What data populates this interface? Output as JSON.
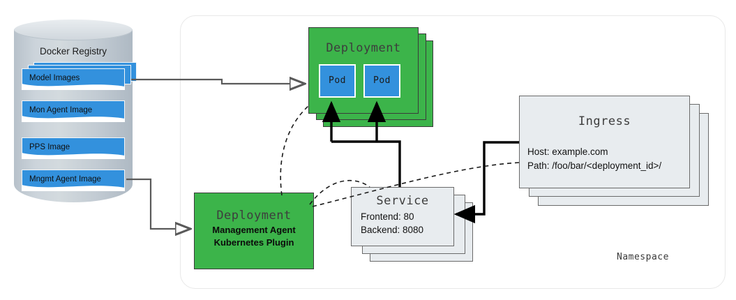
{
  "diagram": {
    "namespace_label": "Namespace",
    "registry": {
      "title": "Docker Registry",
      "images": [
        {
          "label": "Model Images",
          "stacked": true
        },
        {
          "label": "Mon Agent Image",
          "stacked": false
        },
        {
          "label": "PPS Image",
          "stacked": false
        },
        {
          "label": "Mngmt Agent Image",
          "stacked": false
        }
      ]
    },
    "deployment_pods": {
      "title": "Deployment",
      "pods": [
        {
          "label": "Pod"
        },
        {
          "label": "Pod"
        }
      ],
      "stack_count": 3
    },
    "deployment_agent": {
      "title": "Deployment",
      "line1": "Management Agent",
      "line2": "Kubernetes Plugin"
    },
    "service": {
      "title": "Service",
      "frontend": "Frontend: 80",
      "backend": "Backend: 8080",
      "stack_count": 3
    },
    "ingress": {
      "title": "Ingress",
      "host": "Host: example.com",
      "path": "Path: /foo/bar/<deployment_id>/",
      "stack_count": 3
    },
    "colors": {
      "green": "#3cb44a",
      "blue": "#3391dd",
      "grey_box": "#e8ecef",
      "cylinder": "#c6ced6",
      "namespace_border": "#e8e8e8",
      "arrow_gray": "#5a5a5a",
      "arrow_black": "#000000"
    }
  }
}
